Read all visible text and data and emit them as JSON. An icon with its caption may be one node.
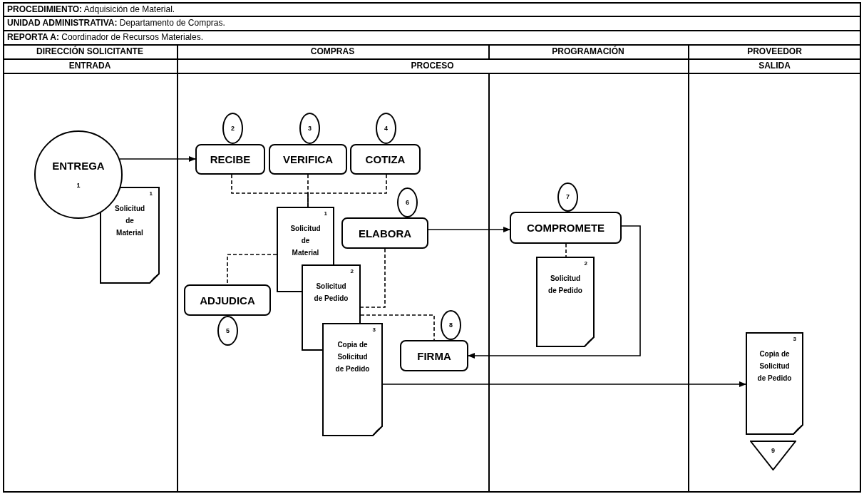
{
  "diagram": {
    "nodes": [
      {
        "text": [
          "ENTREGA",
          "1"
        ]
      },
      {
        "text": [
          "1",
          "Solicitud de Material"
        ]
      },
      {
        "text": [
          "2"
        ]
      },
      {
        "text": [
          "RECIBE"
        ]
      },
      {
        "text": [
          "3"
        ]
      },
      {
        "text": [
          "VERIFICA"
        ]
      },
      {
        "text": [
          "4"
        ]
      },
      {
        "text": [
          "COTIZA"
        ]
      },
      {
        "text": [
          "1",
          "Solicitud de Material"
        ]
      },
      {
        "text": [
          "6"
        ]
      },
      {
        "text": [
          "ELABORA"
        ]
      },
      {
        "text": [
          "ADJUDICA"
        ]
      },
      {
        "text": [
          "5"
        ]
      },
      {
        "text": [
          "2",
          "Solicitud de Pedido"
        ]
      },
      {
        "text": [
          "3",
          "Copia de Solicitud de Pedido"
        ]
      },
      {
        "text": [
          "8"
        ]
      },
      {
        "text": [
          "FIRMA"
        ]
      },
      {
        "text": [
          "7"
        ]
      },
      {
        "text": [
          "COMPROMETE"
        ]
      },
      {
        "text": [
          "2",
          "Solicitud de Pedido"
        ]
      },
      {
        "text": [
          "3",
          "Copia de Solicitud de Pedido"
        ]
      },
      {
        "text": [
          "9"
        ]
      }
    ],
    "edges": [
      {
        "from": 0,
        "to": 3,
        "arrow": "to"
      },
      {
        "from": 3,
        "to": 8,
        "arrow": "none",
        "style": "dashed"
      },
      {
        "from": 5,
        "to": 8,
        "arrow": "none",
        "style": "dashed"
      },
      {
        "from": 7,
        "to": 8,
        "arrow": "none",
        "style": "dashed"
      },
      {
        "from": 8,
        "to": 11,
        "arrow": "none",
        "style": "dashed"
      },
      {
        "from": 10,
        "to": 13,
        "arrow": "none",
        "style": "dashed"
      },
      {
        "from": 13,
        "to": 16,
        "arrow": "none",
        "style": "dashed"
      },
      {
        "from": 10,
        "to": 18,
        "arrow": "to"
      },
      {
        "from": 18,
        "to": 16,
        "arrow": "to"
      },
      {
        "from": 18,
        "to": 19,
        "arrow": "none",
        "style": "dashed"
      },
      {
        "from": 14,
        "to": 20,
        "arrow": "to"
      }
    ],
    "labels": [
      "**PROCEDIMIENTO:** Adquisición de Material.",
      "**UNIDAD ADMINISTRATIVA:** Departamento de Compras.",
      "**REPORTA A:** Coordinador de Recursos Materiales.",
      "DIRECCIÓN SOLICITANTE",
      "COMPRAS",
      "PROGRAMACIÓN",
      "PROVEEDOR",
      "ENTRADA",
      "PROCESO",
      "SALIDA"
    ]
  }
}
